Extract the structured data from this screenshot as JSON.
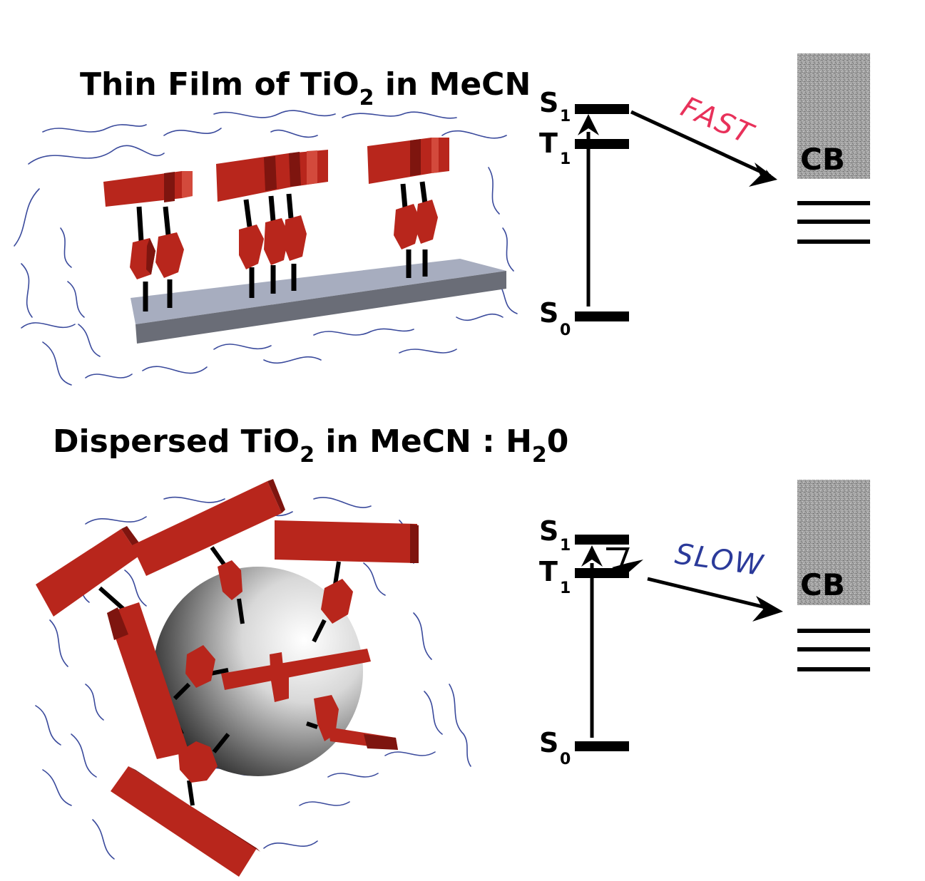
{
  "top_panel": {
    "title_main": "Thin Film of TiO",
    "title_sub": "2",
    "title_tail": " in MeCN",
    "levels": {
      "S1": "S",
      "S1_sub": "1",
      "T1": "T",
      "T1_sub": "1",
      "S0": "S",
      "S0_sub": "0"
    },
    "rate_label": "FAST",
    "rate_color": "#e8315a",
    "band_label": "CB"
  },
  "bottom_panel": {
    "title_main": "Dispersed TiO",
    "title_sub": "2",
    "title_mid": " in  MeCN : H",
    "title_sub2": "2",
    "title_tail": "0",
    "levels": {
      "S1": "S",
      "S1_sub": "1",
      "T1": "T",
      "T1_sub": "1",
      "S0": "S",
      "S0_sub": "0"
    },
    "rate_label": "SLOW",
    "rate_color": "#2b3a9a",
    "band_label": "CB"
  },
  "colors": {
    "dye": "#b8261c",
    "dye_dark": "#7e150f",
    "substrate_top": "#a7adbf",
    "substrate_side": "#6a6d77",
    "solvent": "#3a4a9c",
    "band": "#9a9a9a"
  }
}
